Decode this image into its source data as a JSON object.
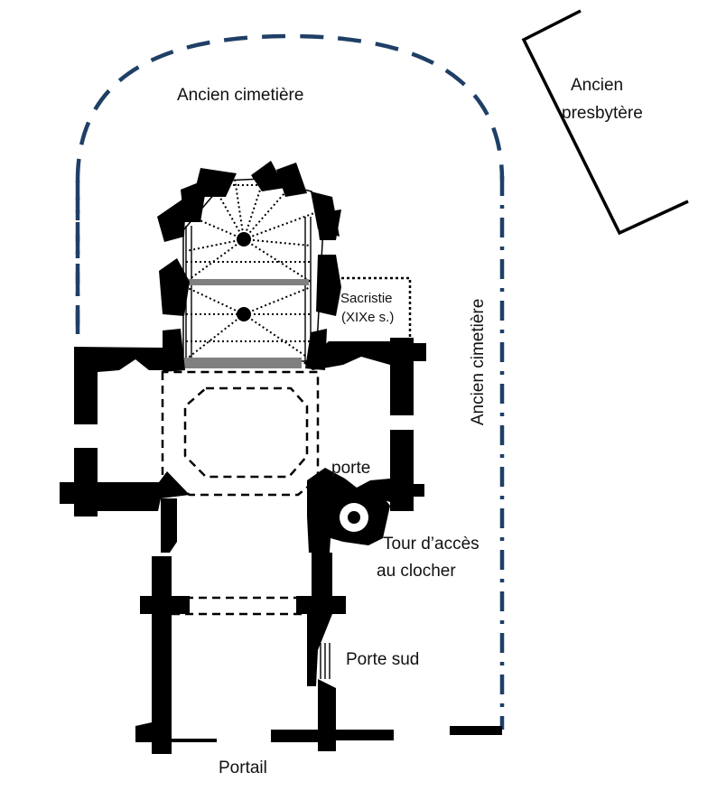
{
  "labels": {
    "cemetery_top": "Ancien cimetière",
    "cemetery_side": "Ancien cimetière",
    "presbytery_line1": "Ancien",
    "presbytery_line2": "presbytère",
    "sacristy_line1": "Sacristie",
    "sacristy_line2": "(XIXe s.)",
    "door": "porte",
    "tower_line1": "Tour d’accès",
    "tower_line2": "au clocher",
    "south_door": "Porte sud",
    "portal": "Portail"
  },
  "colors": {
    "wall": "#000000",
    "cemetery_boundary": "#1f3f66",
    "bay_arch": "#808080"
  }
}
